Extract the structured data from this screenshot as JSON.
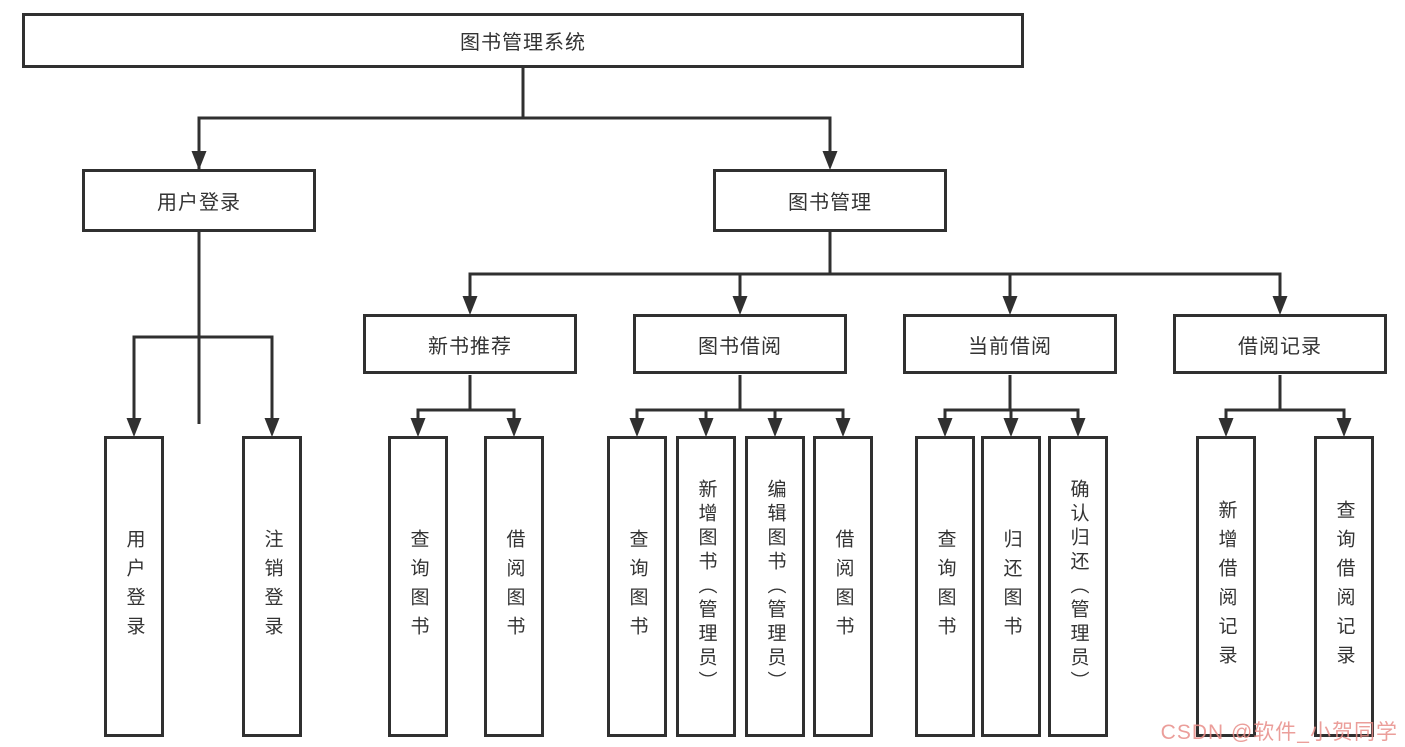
{
  "tree": {
    "root": {
      "label": "图书管理系统"
    },
    "branches": [
      {
        "label": "用户登录",
        "children": [
          {
            "label": "用户登录"
          },
          {
            "label": "注销登录"
          }
        ]
      },
      {
        "label": "图书管理",
        "children": [
          {
            "label": "新书推荐",
            "children": [
              {
                "label": "查询图书"
              },
              {
                "label": "借阅图书"
              }
            ]
          },
          {
            "label": "图书借阅",
            "children": [
              {
                "label": "查询图书"
              },
              {
                "label": "新增图书（管理员）"
              },
              {
                "label": "编辑图书（管理员）"
              },
              {
                "label": "借阅图书"
              }
            ]
          },
          {
            "label": "当前借阅",
            "children": [
              {
                "label": "查询图书"
              },
              {
                "label": "归还图书"
              },
              {
                "label": "确认归还（管理员）"
              }
            ]
          },
          {
            "label": "借阅记录",
            "children": [
              {
                "label": "新增借阅记录"
              },
              {
                "label": "查询借阅记录"
              }
            ]
          }
        ]
      }
    ]
  },
  "watermark": {
    "text": "CSDN @软件_小贺同学",
    "color": "#e78d88"
  },
  "colors": {
    "line": "#303030",
    "box_border": "#303030",
    "text": "#333333",
    "background": "#ffffff"
  }
}
